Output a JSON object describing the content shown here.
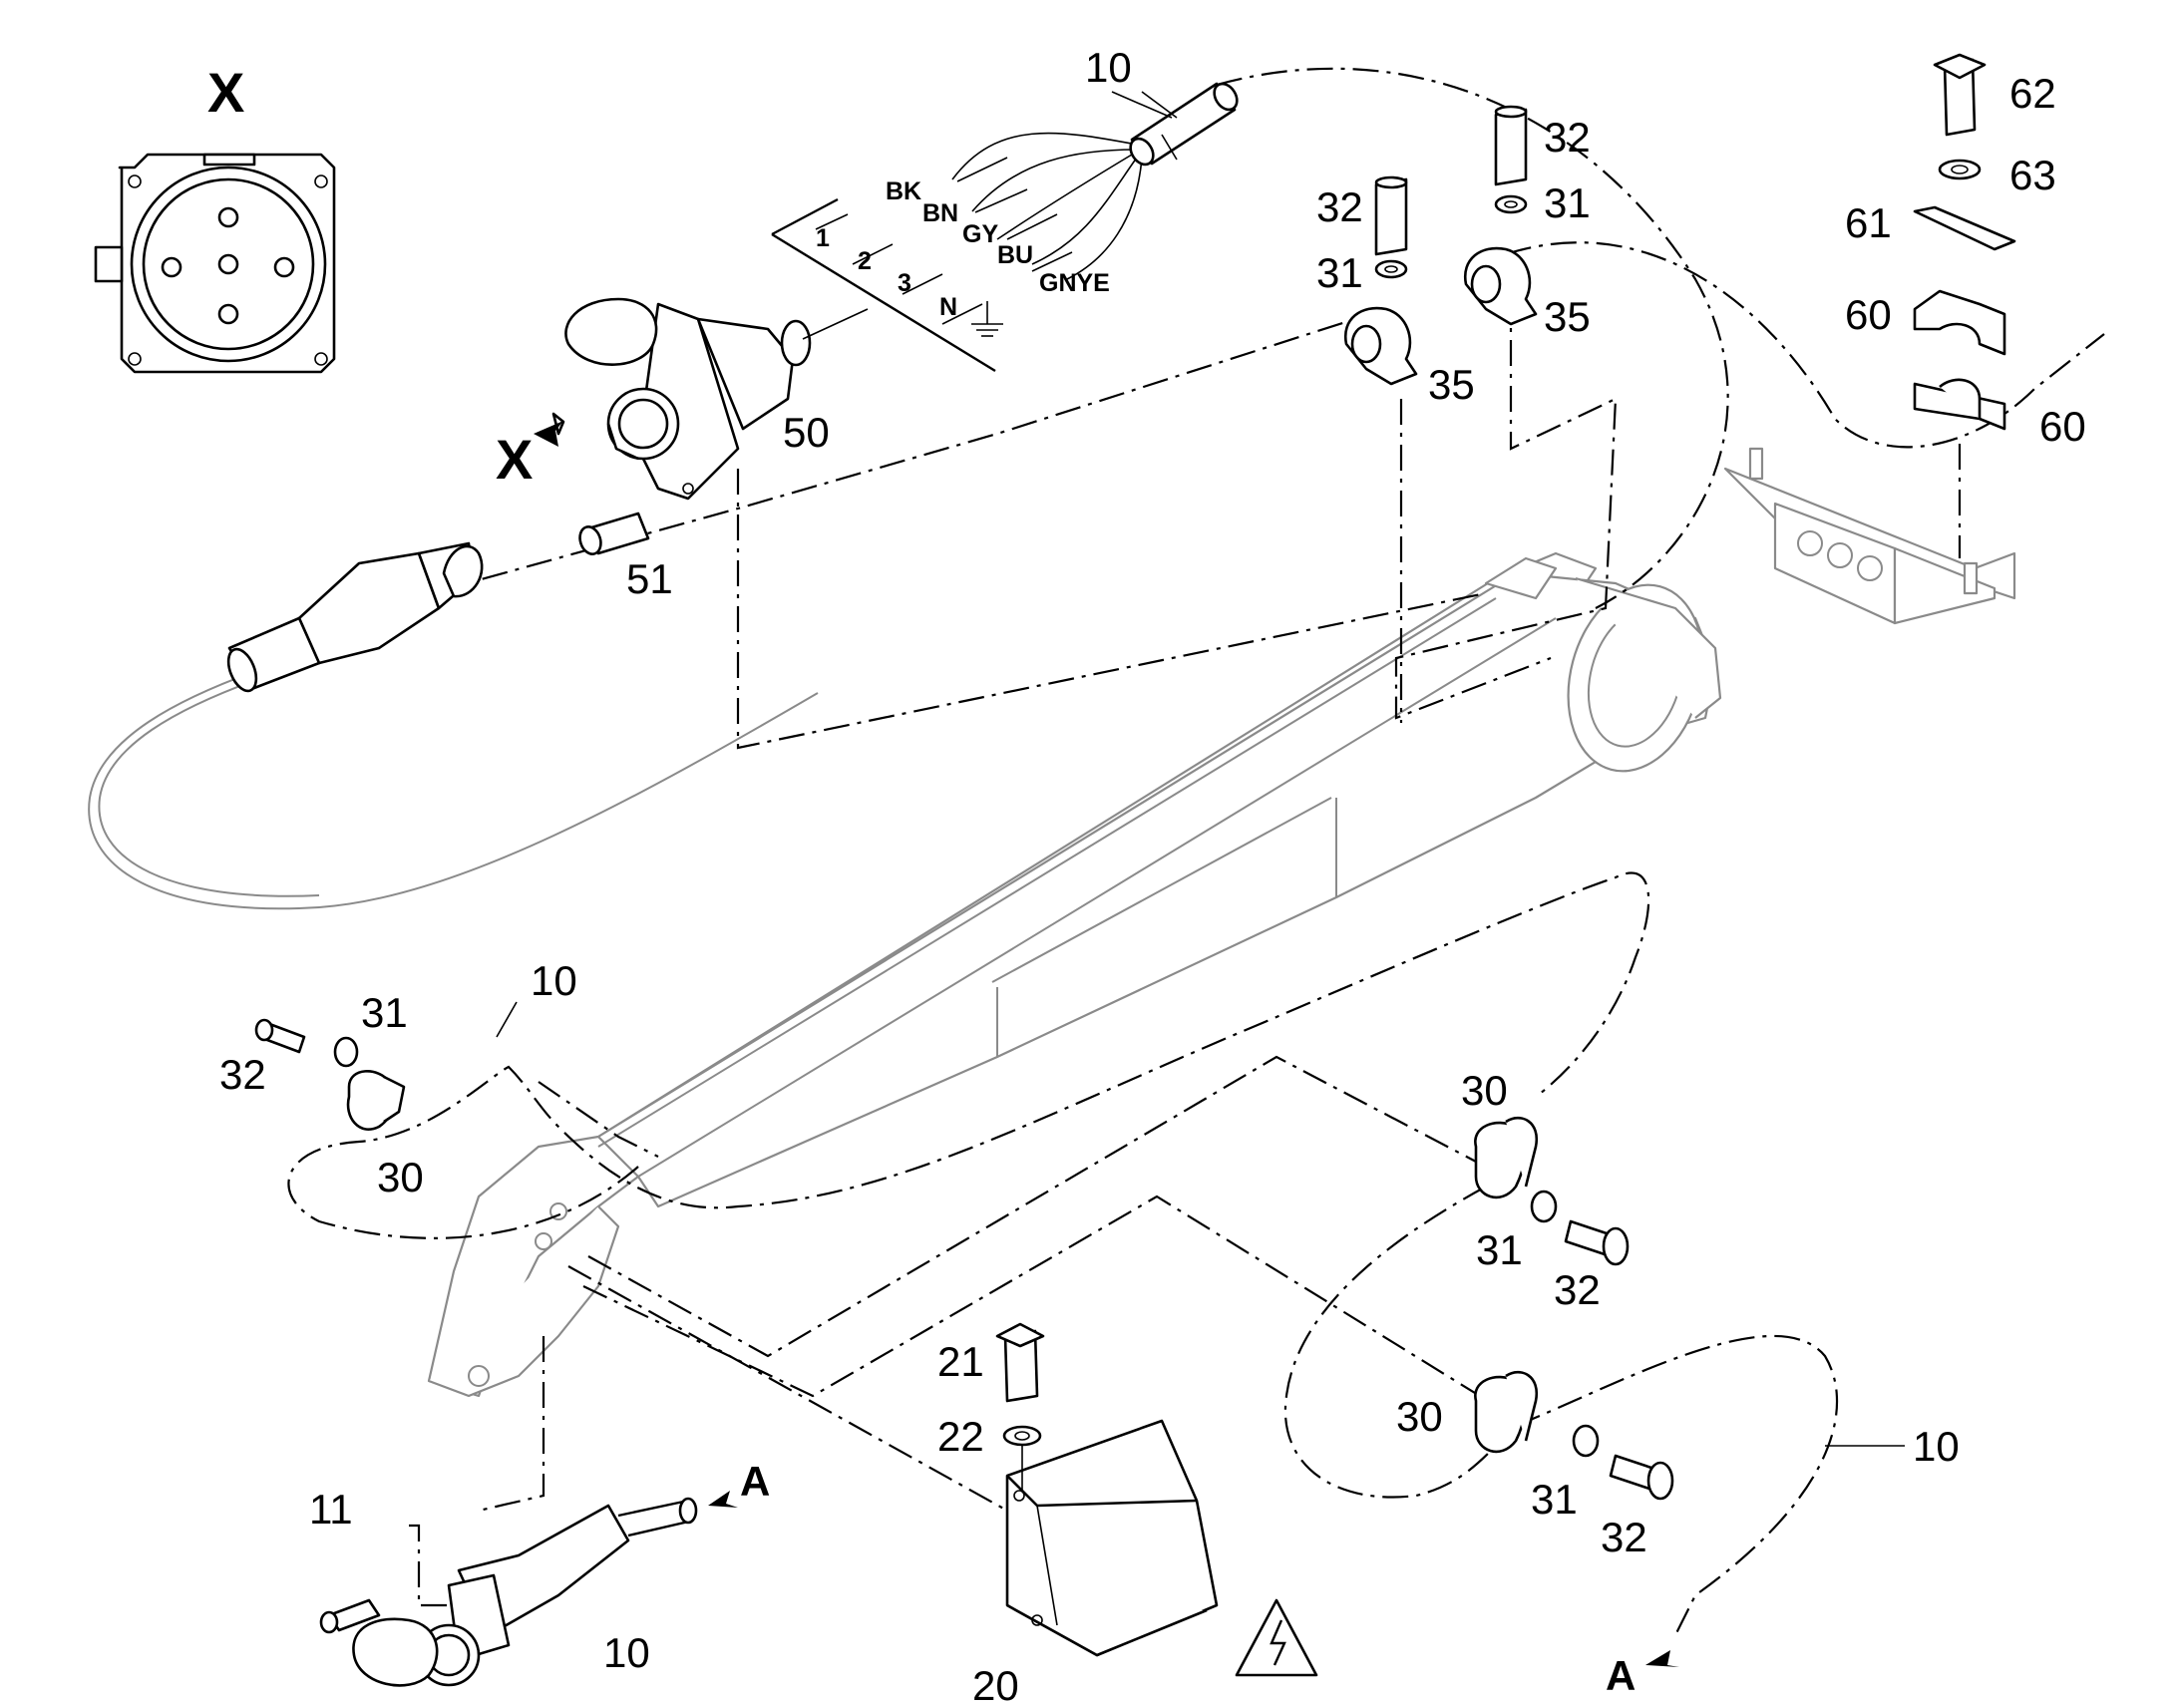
{
  "view": {
    "title": "X",
    "view_x_marker": "X",
    "view_a_marker": "A"
  },
  "wire_colors": [
    "BK",
    "BN",
    "GY",
    "BU",
    "GNYE"
  ],
  "pins": [
    "1",
    "2",
    "3",
    "N"
  ],
  "callouts": {
    "c10_top": "10",
    "c32_a": "32",
    "c31_a": "31",
    "c35_a": "35",
    "c32_b": "32",
    "c31_b": "31",
    "c35_b": "35",
    "c62": "62",
    "c63": "63",
    "c61": "61",
    "c60_a": "60",
    "c60_b": "60",
    "c50": "50",
    "c51": "51",
    "c31_c": "31",
    "c10_mid": "10",
    "c32_c": "32",
    "c30_a": "30",
    "c30_b": "30",
    "c31_d": "31",
    "c32_d": "32",
    "c30_c": "30",
    "c31_e": "31",
    "c32_e": "32",
    "c10_right": "10",
    "c21": "21",
    "c22": "22",
    "c20": "20",
    "c11": "11",
    "c10_bottom": "10",
    "c_a_bottom": "A"
  }
}
